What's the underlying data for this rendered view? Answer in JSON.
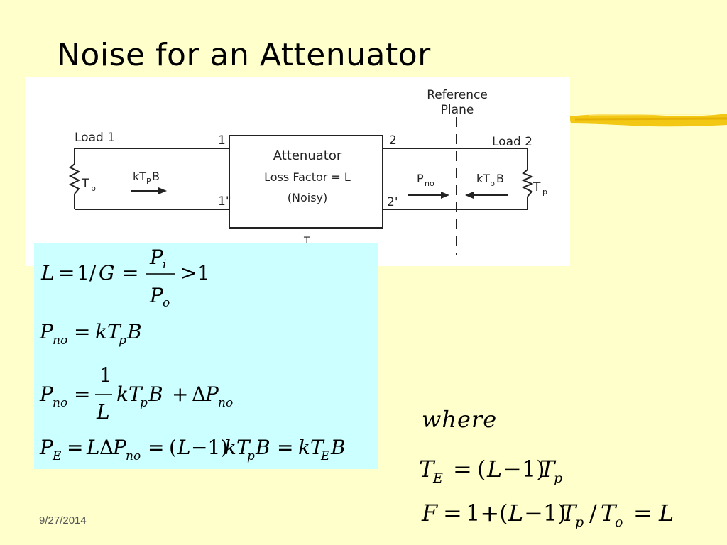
{
  "slide": {
    "title": "Noise for an Attenuator",
    "date": "9/27/2014"
  },
  "diagram": {
    "reference_plane": "Reference Plane",
    "load1": "Load 1",
    "load2": "Load 2",
    "port1": "1",
    "port1p": "1\"",
    "port2": "2",
    "port2p": "2'",
    "attenuator_line1": "Attenuator",
    "attenuator_line2": "Loss Factor = L",
    "attenuator_line3": "(Noisy)",
    "bottom_label": "T"
  },
  "formulas": {
    "eq1": "L = 1/G = Pi/Po > 1",
    "eq2": "Pno = kTpB",
    "eq3": "Pno = (1/L)kTpB + ΔPno",
    "eq4": "PE = LΔPno = (L−1)kTpB = kTEB",
    "where": "where",
    "eq5": "TE = (L−1)Tp",
    "eq6": "F = 1 + (L−1)Tp/To = L"
  },
  "colors": {
    "background": "#ffffcc",
    "formula_box": "#ccffff",
    "accent_brush": "#f2c200"
  }
}
